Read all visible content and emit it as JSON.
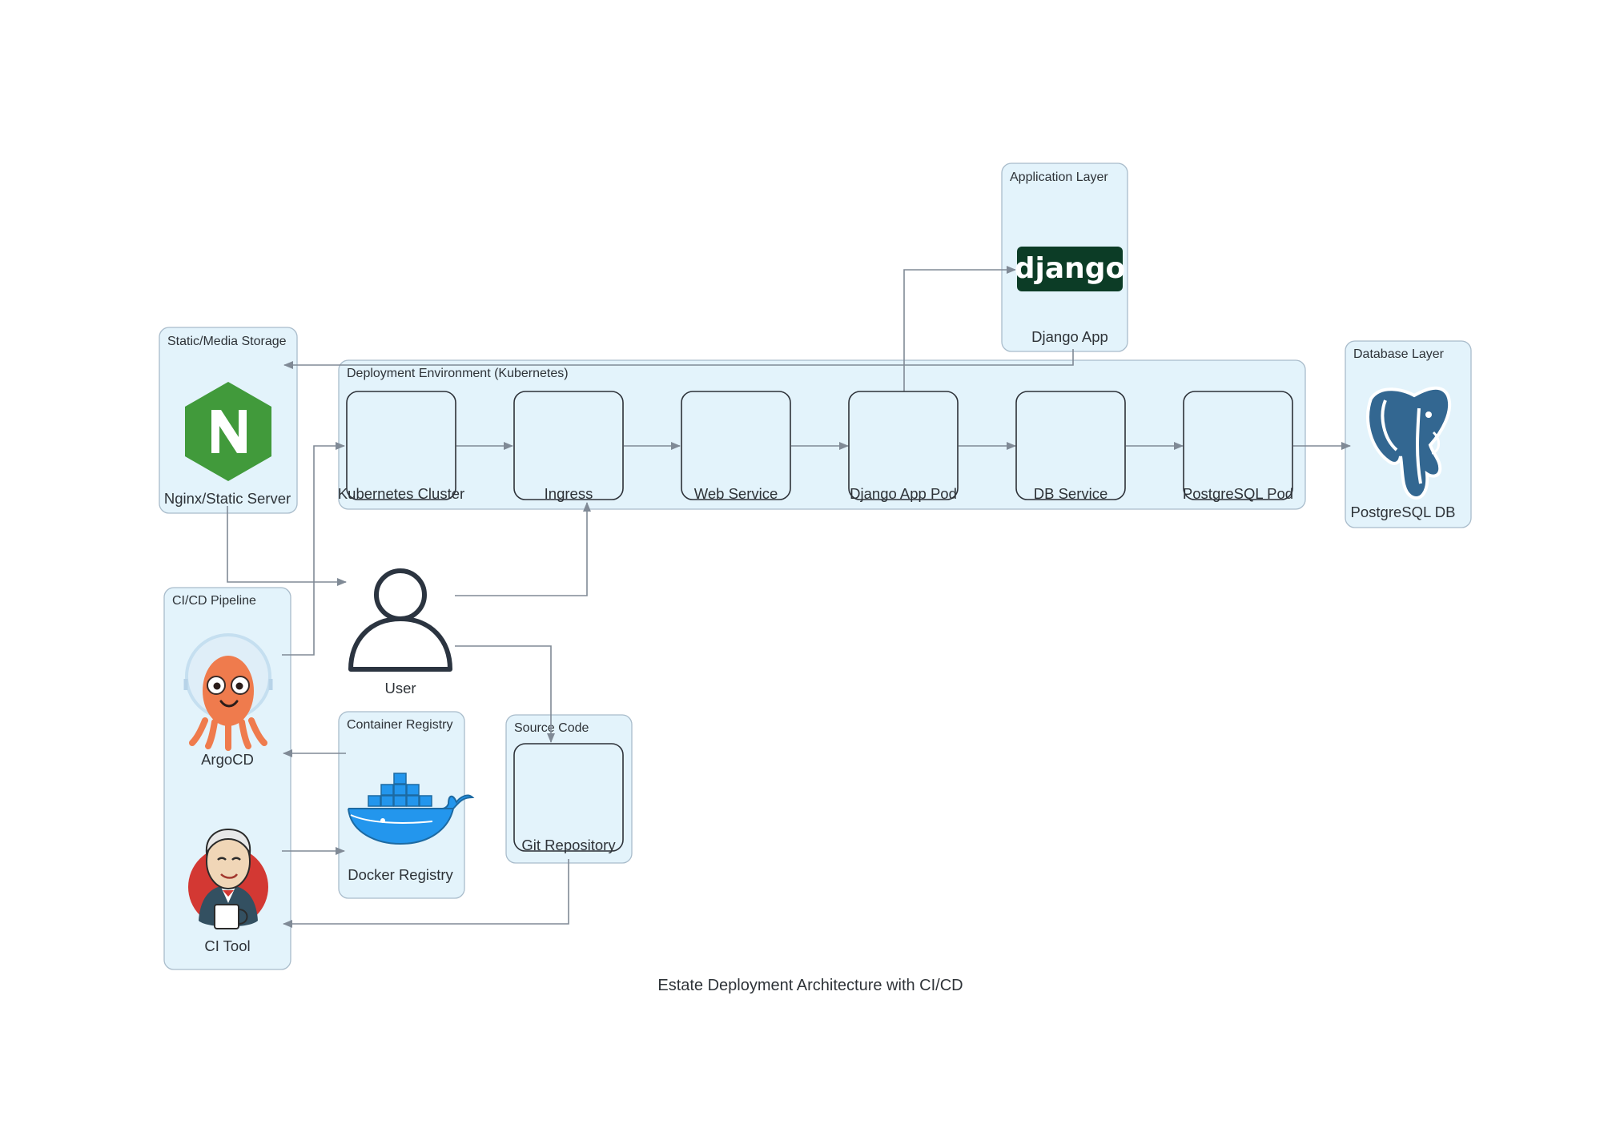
{
  "title": "Estate Deployment Architecture with CI/CD",
  "clusters": {
    "application_layer": "Application Layer",
    "static_storage": "Static/Media Storage",
    "deployment_env": "Deployment Environment (Kubernetes)",
    "database_layer": "Database Layer",
    "cicd_pipeline": "CI/CD Pipeline",
    "container_registry": "Container Registry",
    "source_code": "Source Code"
  },
  "nodes": {
    "django_app": "Django App",
    "nginx": "Nginx/Static Server",
    "k8s_cluster": "Kubernetes Cluster",
    "ingress": "Ingress",
    "web_service": "Web Service",
    "django_pod": "Django App Pod",
    "db_service": "DB Service",
    "postgres_pod": "PostgreSQL Pod",
    "postgres_db": "PostgreSQL DB",
    "user": "User",
    "argocd": "ArgoCD",
    "ci_tool": "CI Tool",
    "docker_registry": "Docker Registry",
    "git_repo": "Git Repository"
  },
  "logo_text": {
    "django": "django",
    "nginx": "N"
  },
  "colors": {
    "cluster_fill": "#e3f3fb",
    "cluster_border": "#a9bccb",
    "edge": "#808a96",
    "django_green": "#0c3c26",
    "nginx_green": "#419a3b",
    "postgres_blue": "#336791",
    "argo_orange": "#ef7b4d",
    "jenkins_red": "#d33833",
    "docker_blue": "#2396ed"
  },
  "icons": [
    "django-logo",
    "nginx-logo",
    "postgresql-logo",
    "user-icon",
    "argocd-logo",
    "jenkins-logo",
    "docker-logo"
  ]
}
